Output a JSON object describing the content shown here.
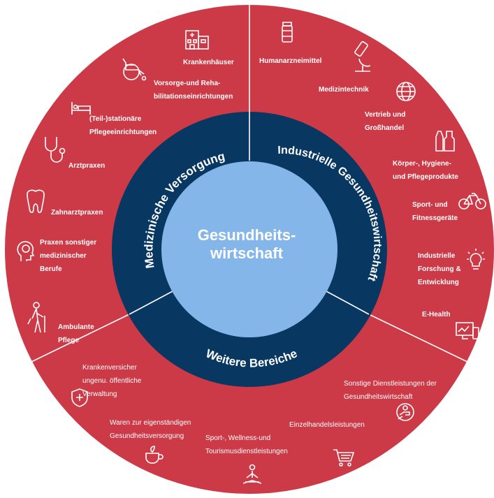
{
  "center": {
    "line1": "Gesundheits-",
    "line2": "wirtschaft"
  },
  "sectors": {
    "medizinische": "Medizinische Versorgung",
    "industrielle": "Industrielle Gesundheitswirtschaft",
    "weitere": "Weitere Bereiche"
  },
  "colors": {
    "outer": "#cd3a47",
    "ring": "#083762",
    "inner": "#84b6e9",
    "line": "#ffffff"
  },
  "items": {
    "krankenhaeuser": "Krankenhäuser",
    "vorsorge_1": "Vorsorge-und Reha-",
    "vorsorge_2": "bilitationseinrichtungen",
    "pflege_1": "(Teil-)stationäre",
    "pflege_2": "Pflegeeinrichtungen",
    "arztpraxen": "Arztpraxen",
    "zahnarzt": "Zahnarztpraxen",
    "praxen_1": "Praxen sonstiger",
    "praxen_2": "medizinischer",
    "praxen_3": "Berufe",
    "ambulant_1": "Ambulante",
    "ambulant_2": "Pflege",
    "human": "Humanarzneimittel",
    "medtech": "Medizintechnik",
    "vertrieb_1": "Vertrieb und",
    "vertrieb_2": "Großhandel",
    "koerper_1": "Körper-, Hygiene-",
    "koerper_2": "und Pflegeprodukte",
    "sport_1": "Sport- und",
    "sport_2": "Fitnessgeräte",
    "forschung_1": "Industrielle",
    "forschung_2": "Forschung &",
    "forschung_3": "Entwicklung",
    "ehealth": "E-Health",
    "kv_1": "Krankenversicher",
    "kv_2": "ungenu. öffentliche",
    "kv_3": "Verwaltung",
    "sonstige_1": "Sonstige Dienstleistungen der",
    "sonstige_2": "Gesundheitswirtschaft",
    "waren_1": "Waren zur eigenständigen",
    "waren_2": "Gesundheitsversorgung",
    "einzel": "Einzelhandelsleistungen",
    "tour_1": "Sport-, Wellness-und",
    "tour_2": "Tourismusdienstleistungen"
  },
  "icons": [
    "hospital-icon",
    "wheelchair-icon",
    "bed-icon",
    "stethoscope-icon",
    "tooth-icon",
    "head-brain-icon",
    "elderly-person-icon",
    "medicine-bottle-icon",
    "microscope-icon",
    "globe-icon",
    "bottles-icon",
    "bicycle-icon",
    "lightbulb-icon",
    "monitor-device-icon",
    "shield-icon",
    "hand-service-icon",
    "teacup-icon",
    "shopping-cart-icon",
    "meditation-icon"
  ]
}
